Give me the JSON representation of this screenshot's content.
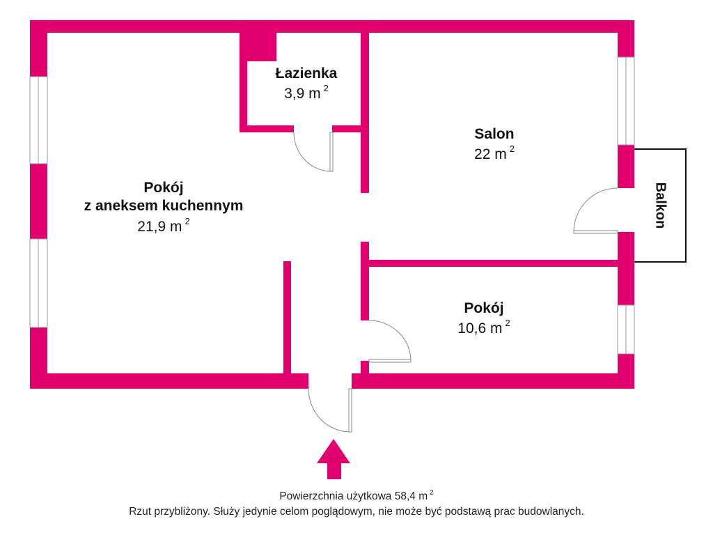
{
  "colors": {
    "wall": "#E2006E",
    "window": "#999999",
    "door": "#888888",
    "balcony_outline": "#111111"
  },
  "rooms": [
    {
      "name": "Pokój",
      "name2": "z  aneksem kuchennym",
      "area": "21,9 m",
      "unit_exp": "2"
    },
    {
      "name": "Łazienka",
      "area": "3,9 m",
      "unit_exp": "2"
    },
    {
      "name": "Salon",
      "area": "22 m",
      "unit_exp": "2"
    },
    {
      "name": "Pokój",
      "area": "10,6 m",
      "unit_exp": "2"
    }
  ],
  "balcony": {
    "label": "Balkon"
  },
  "entrance": {
    "icon": "arrow-up-icon"
  },
  "footer": {
    "total_area": "Powierzchnia użytkowa 58,4 m",
    "total_exp": "2",
    "disclaimer": "Rzut przybliżony. Służy jedynie celom poglądowym, nie może być podstawą prac budowlanych."
  }
}
